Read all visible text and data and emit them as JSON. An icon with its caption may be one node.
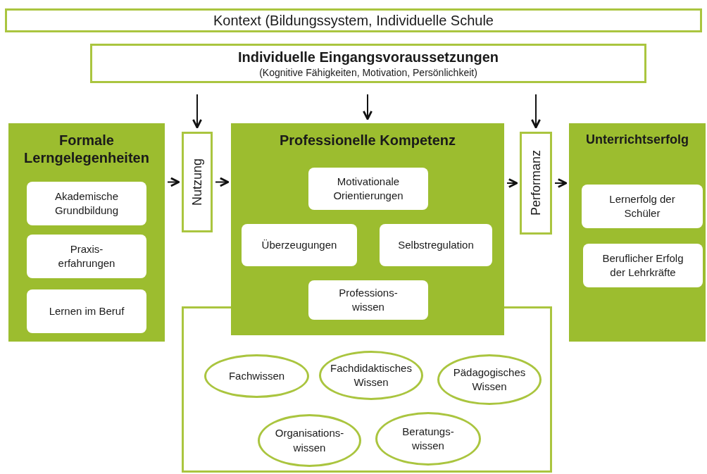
{
  "diagram": {
    "nodes": [
      {
        "text": [
          "Kontext (Bildungssystem, Individuelle Schule"
        ]
      },
      {
        "text": [
          "Individuelle Eingangsvoraussetzungen",
          "(Kognitive Fähigkeiten, Motivation, Persönlichkeit)"
        ]
      },
      {
        "text": [
          "Formale Lerngelegenheiten"
        ]
      },
      {
        "text": [
          "Akademische Grundbildung"
        ],
        "in": 2
      },
      {
        "text": [
          "Praxis- erfahrungen"
        ],
        "in": 2
      },
      {
        "text": [
          "Lernen im Beruf"
        ],
        "in": 2
      },
      {
        "text": [
          "Nutzung"
        ]
      },
      {
        "text": [
          "Professionelle Kompetenz"
        ]
      },
      {
        "text": [
          "Motivationale Orientierungen"
        ],
        "in": 7
      },
      {
        "text": [
          "Überzeugungen"
        ],
        "in": 7
      },
      {
        "text": [
          "Selbstregulation"
        ],
        "in": 7
      },
      {
        "text": [
          "Professions- wissen"
        ],
        "in": 7
      },
      {
        "text": [],
        "shape": "box"
      },
      {
        "text": [
          "Fachwissen"
        ],
        "in": 12
      },
      {
        "text": [
          "Fachdidaktisches Wissen"
        ],
        "in": 12
      },
      {
        "text": [
          "Pädagogisches Wissen"
        ],
        "in": 12
      },
      {
        "text": [
          "Organisations- wissen"
        ],
        "in": 12
      },
      {
        "text": [
          "Beratungs- wissen"
        ],
        "in": 12
      },
      {
        "text": [
          "Performanz"
        ]
      },
      {
        "text": [
          "Unterrichtserfolg"
        ]
      },
      {
        "text": [
          "Lernerfolg der Schüler"
        ],
        "in": 19
      },
      {
        "text": [
          "Beruflicher Erfolg der Lehrkräfte"
        ],
        "in": 19
      }
    ],
    "edges": [
      {
        "from": 1,
        "to": 6,
        "arrow": "to"
      },
      {
        "from": 1,
        "to": 7,
        "arrow": "to"
      },
      {
        "from": 1,
        "to": 18,
        "arrow": "to"
      },
      {
        "from": 2,
        "to": 6,
        "arrow": "to"
      },
      {
        "from": 6,
        "to": 7,
        "arrow": "to"
      },
      {
        "from": 7,
        "to": 18,
        "arrow": "to"
      },
      {
        "from": 18,
        "to": 19,
        "arrow": "to"
      }
    ]
  }
}
